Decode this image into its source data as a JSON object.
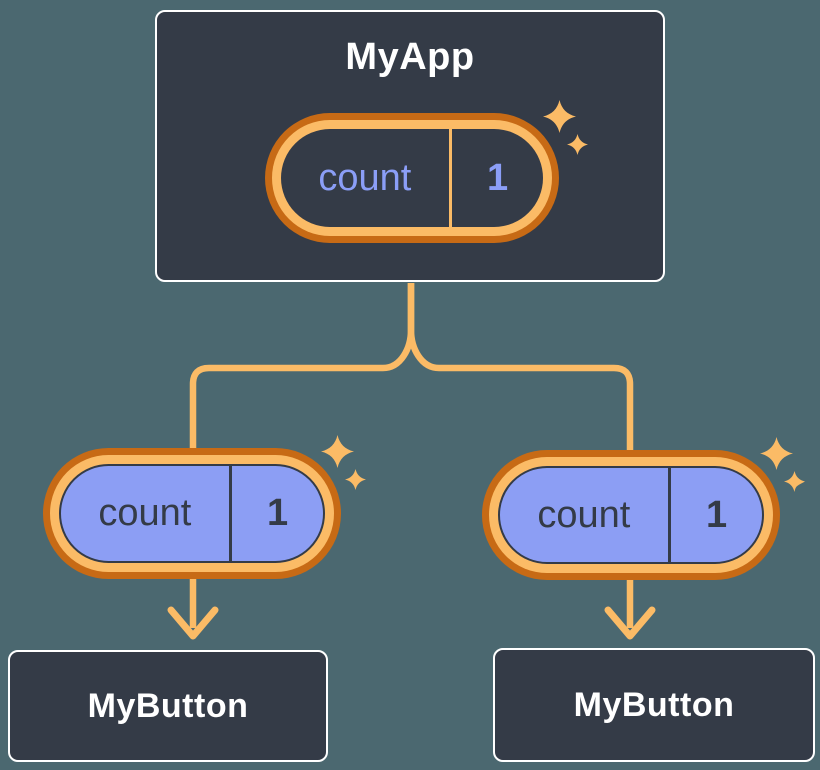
{
  "diagram": {
    "root": {
      "title": "MyApp",
      "state_pill": {
        "label": "count",
        "value": "1"
      }
    },
    "children": [
      {
        "title": "MyButton",
        "prop_pill": {
          "label": "count",
          "value": "1"
        }
      },
      {
        "title": "MyButton",
        "prop_pill": {
          "label": "count",
          "value": "1"
        }
      }
    ],
    "colors": {
      "canvas_background": "#4B6870",
      "card_fill": "#343B47",
      "card_border": "#FFFFFF",
      "card_text": "#FFFFFF",
      "pill_ring_outer": "#C76A15",
      "pill_ring_inner": "#FBBB66",
      "state_pill_fill": "#343B47",
      "state_pill_text": "#8B9EF7",
      "prop_pill_fill": "#8C9EF4",
      "prop_pill_text": "#343B47",
      "connector": "#FBBB66",
      "sparkle": "#FBBB66"
    }
  }
}
